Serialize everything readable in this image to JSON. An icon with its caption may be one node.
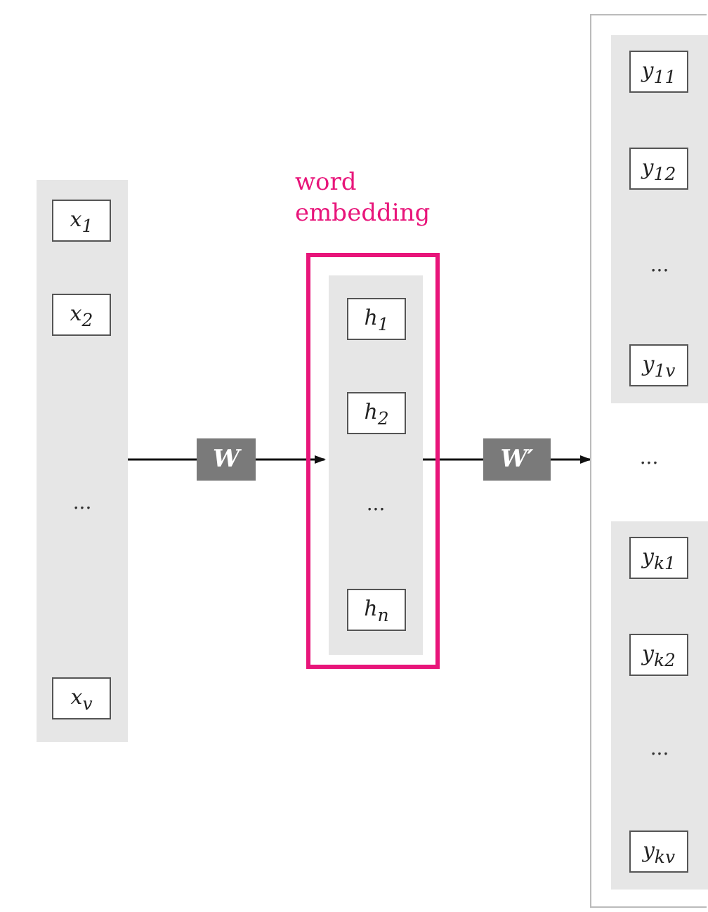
{
  "diagram": {
    "nodes": [
      {
        "text": [
          "..."
        ]
      },
      {
        "text": [
          "x$_{1}$"
        ],
        "in": 0
      },
      {
        "text": [
          "x$_{2}$"
        ],
        "in": 0
      },
      {
        "text": [
          "x$_{v}$"
        ],
        "in": 0
      },
      {
        "text": [
          "W"
        ]
      },
      {
        "text": [
          "word embedding"
        ]
      },
      {
        "text": [
          "..."
        ],
        "in": 5
      },
      {
        "text": [
          "h$_{1}$"
        ],
        "in": 6
      },
      {
        "text": [
          "h$_{2}$"
        ],
        "in": 6
      },
      {
        "text": [
          "h$_{n}$"
        ],
        "in": 6
      },
      {
        "text": [
          "W′"
        ]
      },
      {
        "text": [
          "..."
        ]
      },
      {
        "text": [
          "..."
        ],
        "in": 11
      },
      {
        "text": [
          "y$_{11}$"
        ],
        "in": 12
      },
      {
        "text": [
          "y$_{12}$"
        ],
        "in": 12
      },
      {
        "text": [
          "y$_{1v}$"
        ],
        "in": 12
      },
      {
        "text": [
          "..."
        ],
        "in": 11
      },
      {
        "text": [
          "y$_{k1}$"
        ],
        "in": 16
      },
      {
        "text": [
          "y$_{k2}$"
        ],
        "in": 16
      },
      {
        "text": [
          "y$_{kv}$"
        ],
        "in": 16
      }
    ],
    "edges": [
      {
        "from": 0,
        "to": 4,
        "arrow": "none"
      },
      {
        "from": 4,
        "to": 6,
        "arrow": "to"
      },
      {
        "from": 6,
        "to": 10,
        "arrow": "none"
      },
      {
        "from": 10,
        "to": 11,
        "arrow": "to"
      }
    ]
  }
}
